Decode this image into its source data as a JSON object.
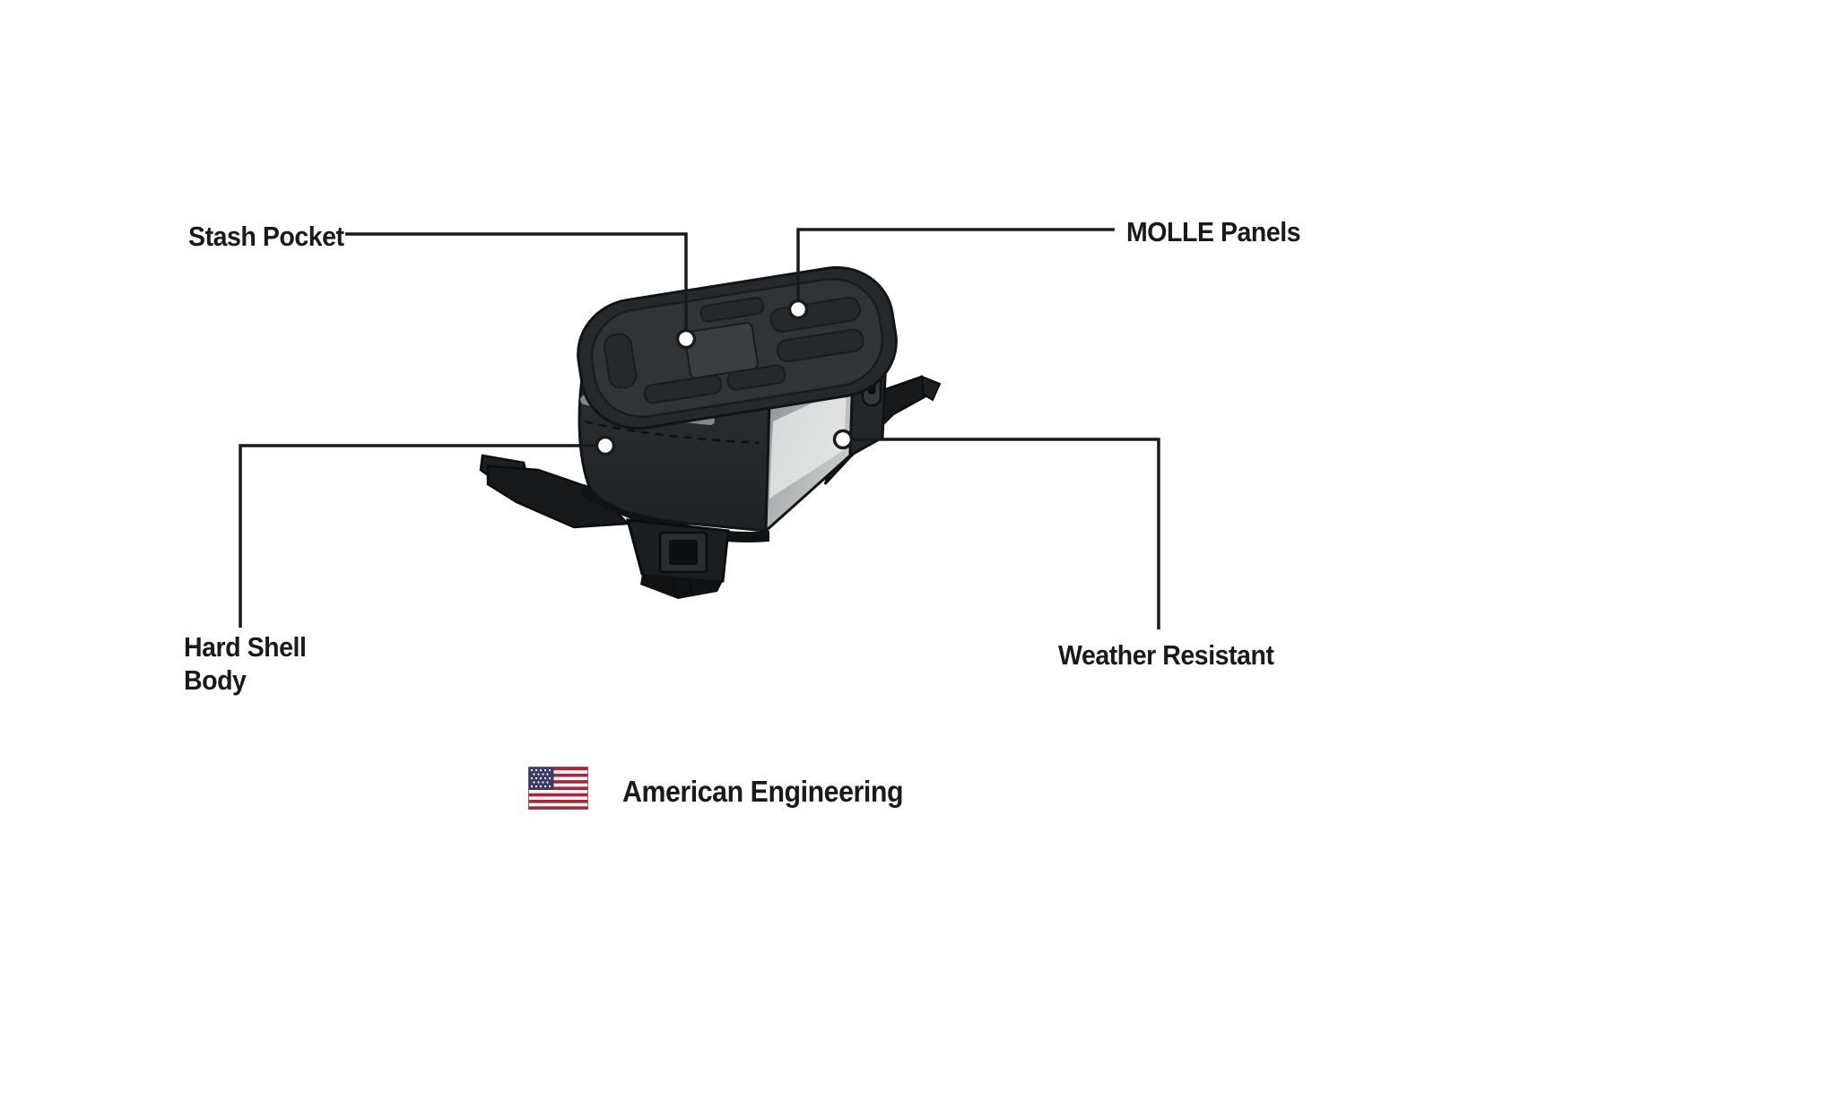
{
  "page": {
    "background": "#ffffff"
  },
  "diagram": {
    "callouts": {
      "stash_pocket": {
        "label": "Stash Pocket"
      },
      "molle_panels": {
        "label": "MOLLE Panels"
      },
      "hard_shell_body": {
        "label_line1": "Hard Shell",
        "label_line2": "Body"
      },
      "weather_resistant": {
        "label": "Weather Resistant"
      }
    },
    "footer": {
      "label": "American Engineering",
      "flag_icon": "us-flag-icon"
    },
    "colors": {
      "line": "#1a1a1a",
      "text": "#1a1a1a",
      "marker_fill": "#ffffff",
      "bag_dark": "#26292c",
      "bag_lid": "#303437",
      "bag_panel_light": "#c6c9ca",
      "base_dark": "#17191b",
      "flag_red": "#b22234",
      "flag_white": "#ffffff",
      "flag_blue": "#3c3b6e"
    }
  }
}
